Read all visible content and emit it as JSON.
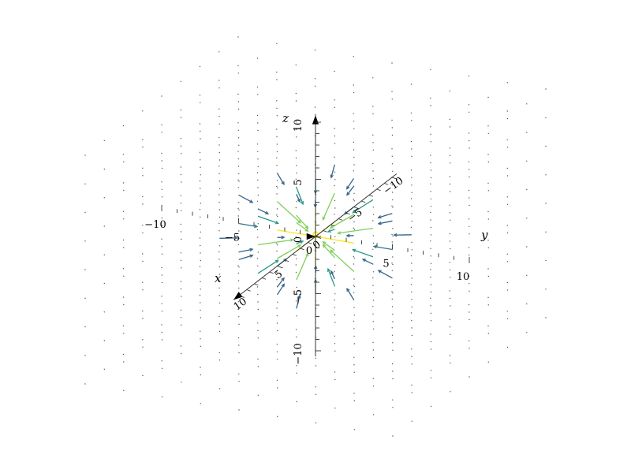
{
  "chart_data": {
    "type": "vector-field-3d",
    "title": "",
    "axes": {
      "x": {
        "label": "x",
        "range": [
          -10,
          10
        ],
        "ticks": [
          10,
          5,
          0,
          -5,
          -10
        ],
        "tick_labels": [
          "10",
          "5",
          "0",
          "−5",
          "−10"
        ]
      },
      "y": {
        "label": "y",
        "range": [
          -10,
          10
        ],
        "ticks": [
          -10,
          -5,
          0,
          5,
          10
        ],
        "tick_labels": [
          "−10",
          "−5",
          "0",
          "5",
          "10"
        ]
      },
      "z": {
        "label": "z",
        "range": [
          -10,
          10
        ],
        "ticks": [
          10,
          5,
          0,
          -5,
          -10
        ],
        "tick_labels": [
          "10",
          "5",
          "0",
          "−5",
          "−10"
        ]
      }
    },
    "field": {
      "domain": [
        -10,
        10
      ],
      "grid_step": 2.5,
      "source": [
        0,
        0,
        0
      ],
      "direction": "radial-inward",
      "magnitude": "decays with distance from origin",
      "colormap": "viridis"
    },
    "grid": false,
    "legend": "none",
    "colors": {
      "low": "#440154",
      "mid": "#21918c",
      "high": "#fde725",
      "axis": "#333333",
      "dots": "#555555"
    }
  }
}
